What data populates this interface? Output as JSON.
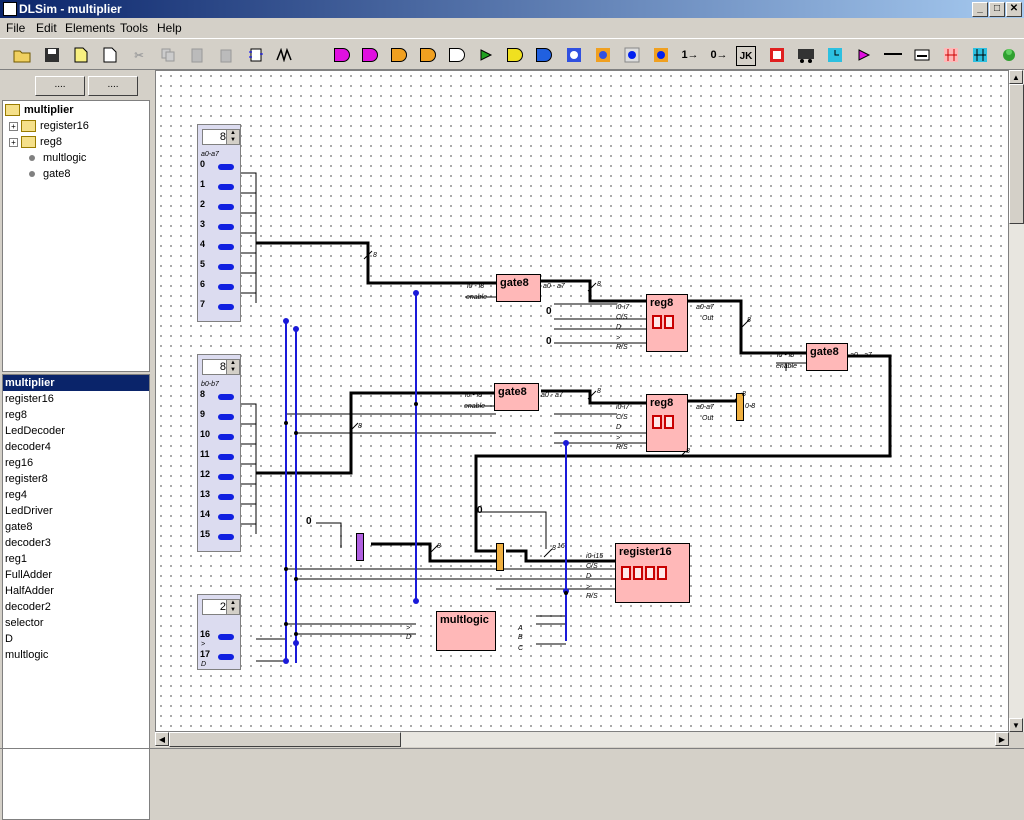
{
  "window": {
    "title": "DLSim - multiplier",
    "controls": [
      "_",
      "□",
      "✕"
    ]
  },
  "menu": [
    "File",
    "Edit",
    "Elements",
    "Tools",
    "Help"
  ],
  "toolbar_icons": [
    "open-icon",
    "save-icon",
    "new-icon",
    "new-page-icon",
    "cut-icon",
    "copy-icon",
    "paste-icon",
    "delete-icon",
    "component-icon",
    "wire-icon",
    "and-gate-icon",
    "nand-gate-icon",
    "or-gate-icon",
    "nor-gate-icon",
    "xor-gate-icon",
    "buffer-icon",
    "not-gate-icon",
    "xnor-gate-icon",
    "switch-icon",
    "led-icon",
    "input-icon",
    "output-icon",
    "constant-one-icon",
    "constant-zero-icon",
    "jk-flipflop-icon",
    "register-icon",
    "bus-icon",
    "clock-icon",
    "probe-icon",
    "line-icon",
    "label-icon",
    "splitter-icon",
    "joiner-icon",
    "run-icon"
  ],
  "toolbar_labels": {
    "one": "1→",
    "zero": "0→",
    "jk": "JK"
  },
  "left": {
    "buttons": [
      "....",
      "...."
    ],
    "tree": [
      {
        "label": "multiplier",
        "kind": "root"
      },
      {
        "label": "register16",
        "kind": "folder"
      },
      {
        "label": "reg8",
        "kind": "folder"
      },
      {
        "label": "multlogic",
        "kind": "leaf"
      },
      {
        "label": "gate8",
        "kind": "leaf"
      }
    ],
    "components": [
      "multiplier",
      "register16",
      "reg8",
      "LedDecoder",
      "decoder4",
      "reg16",
      "register8",
      "reg4",
      "LedDriver",
      "gate8",
      "decoder3",
      "reg1",
      "FullAdder",
      "HalfAdder",
      "decoder2",
      "selector",
      "D",
      "multlogic"
    ],
    "selected": "multiplier"
  },
  "circuit": {
    "input_a": {
      "spin": "8",
      "range": "a0-a7",
      "bits": [
        "0",
        "1",
        "2",
        "3",
        "4",
        "5",
        "6",
        "7"
      ]
    },
    "input_b": {
      "spin": "8",
      "range": "b0-b7",
      "bits": [
        "8",
        "9",
        "10",
        "11",
        "12",
        "13",
        "14",
        "15"
      ]
    },
    "input_c": {
      "spin": "2",
      "bits": [
        "16",
        "17"
      ],
      "labels": [
        ">",
        "D"
      ]
    },
    "gate_top": {
      "name": "gate8",
      "in": "i0 - i8",
      "en": "enable",
      "out": "a0 - a7"
    },
    "gate_mid": {
      "name": "gate8",
      "in": "i0 - i8",
      "en": "enable",
      "out": "a0 - a7"
    },
    "gate_right": {
      "name": "gate8",
      "in": "i0 - i8",
      "en": "enable",
      "out": "a0 - a7"
    },
    "reg_top": {
      "name": "reg8",
      "in": [
        "i0-i7",
        "C/S",
        "D",
        ">",
        "R/S"
      ],
      "out": "a0-a7",
      "out2": "Out"
    },
    "reg_mid": {
      "name": "reg8",
      "in": [
        "i0-i7",
        "C/S",
        "D",
        ">",
        "R/S"
      ],
      "out": "a0-a7",
      "out2": "Out"
    },
    "register16": {
      "name": "register16",
      "in": [
        "i0-i15",
        "C/S",
        "D",
        ">",
        "R/S"
      ]
    },
    "multlogic": {
      "name": "multlogic",
      "in": [
        ">",
        "D"
      ],
      "out": [
        "A",
        "B",
        "C"
      ]
    },
    "constants": [
      "0",
      "0",
      "0",
      "0"
    ],
    "bus_widths": [
      "8",
      "8",
      "8",
      "8",
      "8",
      "8",
      "8",
      "8",
      "8",
      "16"
    ],
    "splitter_label": "0-8"
  },
  "colors": {
    "wire": "#000000",
    "bus_blue": "#1a1ad8",
    "component": "#ffb8b8",
    "panel": "#dcdcf0",
    "selection": "#0a246a"
  }
}
